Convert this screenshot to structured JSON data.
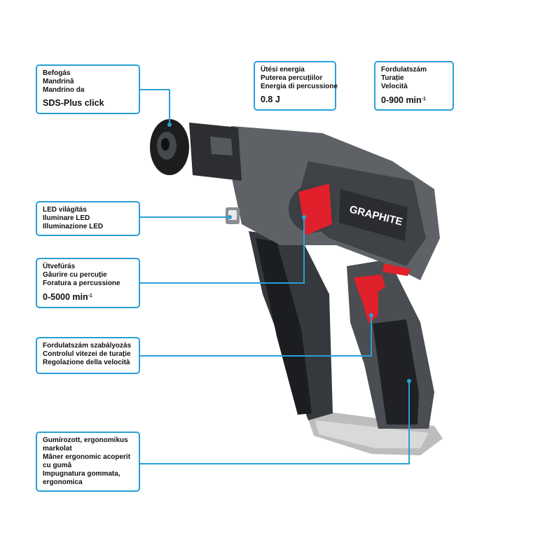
{
  "accent_color": "#2a9fd6",
  "brand": {
    "logo_text": "GRAPHITE"
  },
  "callouts": {
    "chuck": {
      "lines": [
        "Befogás",
        "Mandrină",
        "Mandrino da"
      ],
      "value": "SDS-Plus click"
    },
    "impact_energy": {
      "lines": [
        "Ütési energia",
        "Puterea percuțiilor",
        "Energia di percussione"
      ],
      "value": "0.8 J"
    },
    "speed": {
      "lines": [
        "Fordulatszám",
        "Turație",
        "Velocità"
      ],
      "value": "0-900 min",
      "value_sup": "-1"
    },
    "led": {
      "lines": [
        "LED világítás",
        "Iluminare LED",
        "Illuminazione LED"
      ]
    },
    "hammer_drilling": {
      "lines": [
        "Ütvefúrás",
        "Găurire cu percuție",
        "Foratura a percussione"
      ],
      "value": "0-5000 min",
      "value_sup": "-1"
    },
    "speed_control": {
      "lines": [
        "Fordulatszám szabályozás",
        "Controlul vitezei de turație",
        "Regolazione della velocità"
      ]
    },
    "grip": {
      "lines": [
        "Gumírozott, ergonomikus markolat",
        "Mâner ergonomic acoperit cu gumă",
        "Impugnatura gommata, ergonomica"
      ]
    }
  }
}
